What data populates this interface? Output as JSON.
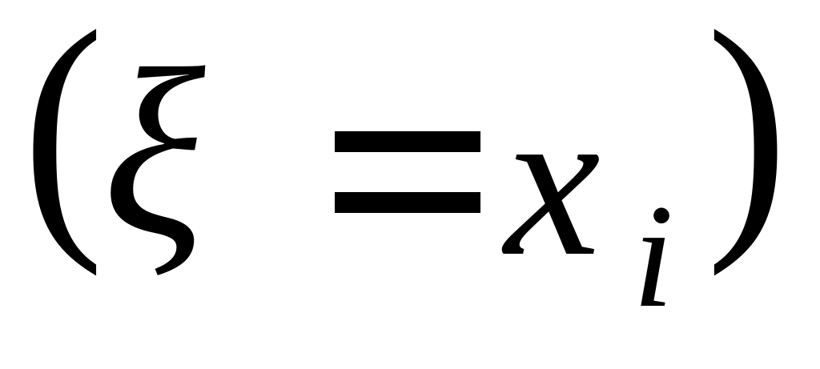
{
  "formula": {
    "left_paren": "(",
    "xi": "ξ",
    "x": "x",
    "subscript": "i",
    "right_paren": ")"
  }
}
